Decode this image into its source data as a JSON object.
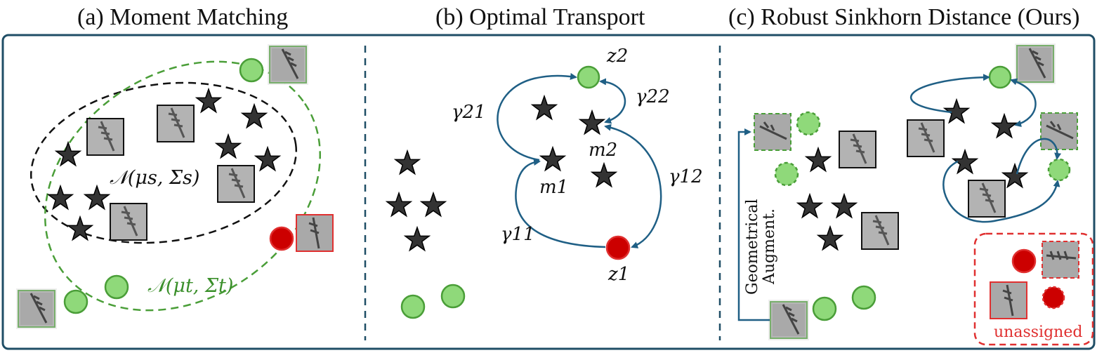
{
  "panels": {
    "a": {
      "title": "(a) Moment Matching"
    },
    "b": {
      "title": "(b) Optimal Transport"
    },
    "c": {
      "title": "(c) Robust Sinkhorn Distance (Ours)"
    }
  },
  "labels": {
    "source_dist": "𝒩(μs, Σs)",
    "target_dist": "𝒩(μt, Σt)",
    "gamma21": "γ21",
    "gamma22": "γ22",
    "gamma12": "γ12",
    "gamma11": "γ11",
    "m1": "m1",
    "m2": "m2",
    "z1": "z1",
    "z2": "z2",
    "geo_aug_line1": "Geometrical",
    "geo_aug_line2": "Augment.",
    "unassigned": "unassigned"
  },
  "colors": {
    "frame": "#1f4e66",
    "arrow": "#1f5f85",
    "green_fill": "#8fd97a",
    "green_stroke": "#4a9e38",
    "red_fill": "#cc0000",
    "red_stroke": "#e03030",
    "star_fill": "#333333",
    "ellipse_black": "#111111",
    "ellipse_green": "#4a9e38"
  }
}
